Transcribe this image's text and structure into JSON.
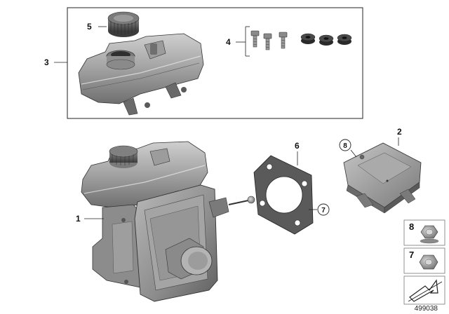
{
  "diagram": {
    "callouts": {
      "c1": "1",
      "c2": "2",
      "c3": "3",
      "c4": "4",
      "c5": "5",
      "c6": "6",
      "c7": "7",
      "c8": "8"
    },
    "legend": {
      "item_8": "8",
      "item_7": "7"
    },
    "diagram_id": "499038",
    "colors": {
      "part_fill": "#9a9a9a",
      "part_dark": "#6e6e6e",
      "part_light": "#c4c4c4",
      "line": "#222222",
      "legend_bg": "#e4e4e4"
    }
  }
}
